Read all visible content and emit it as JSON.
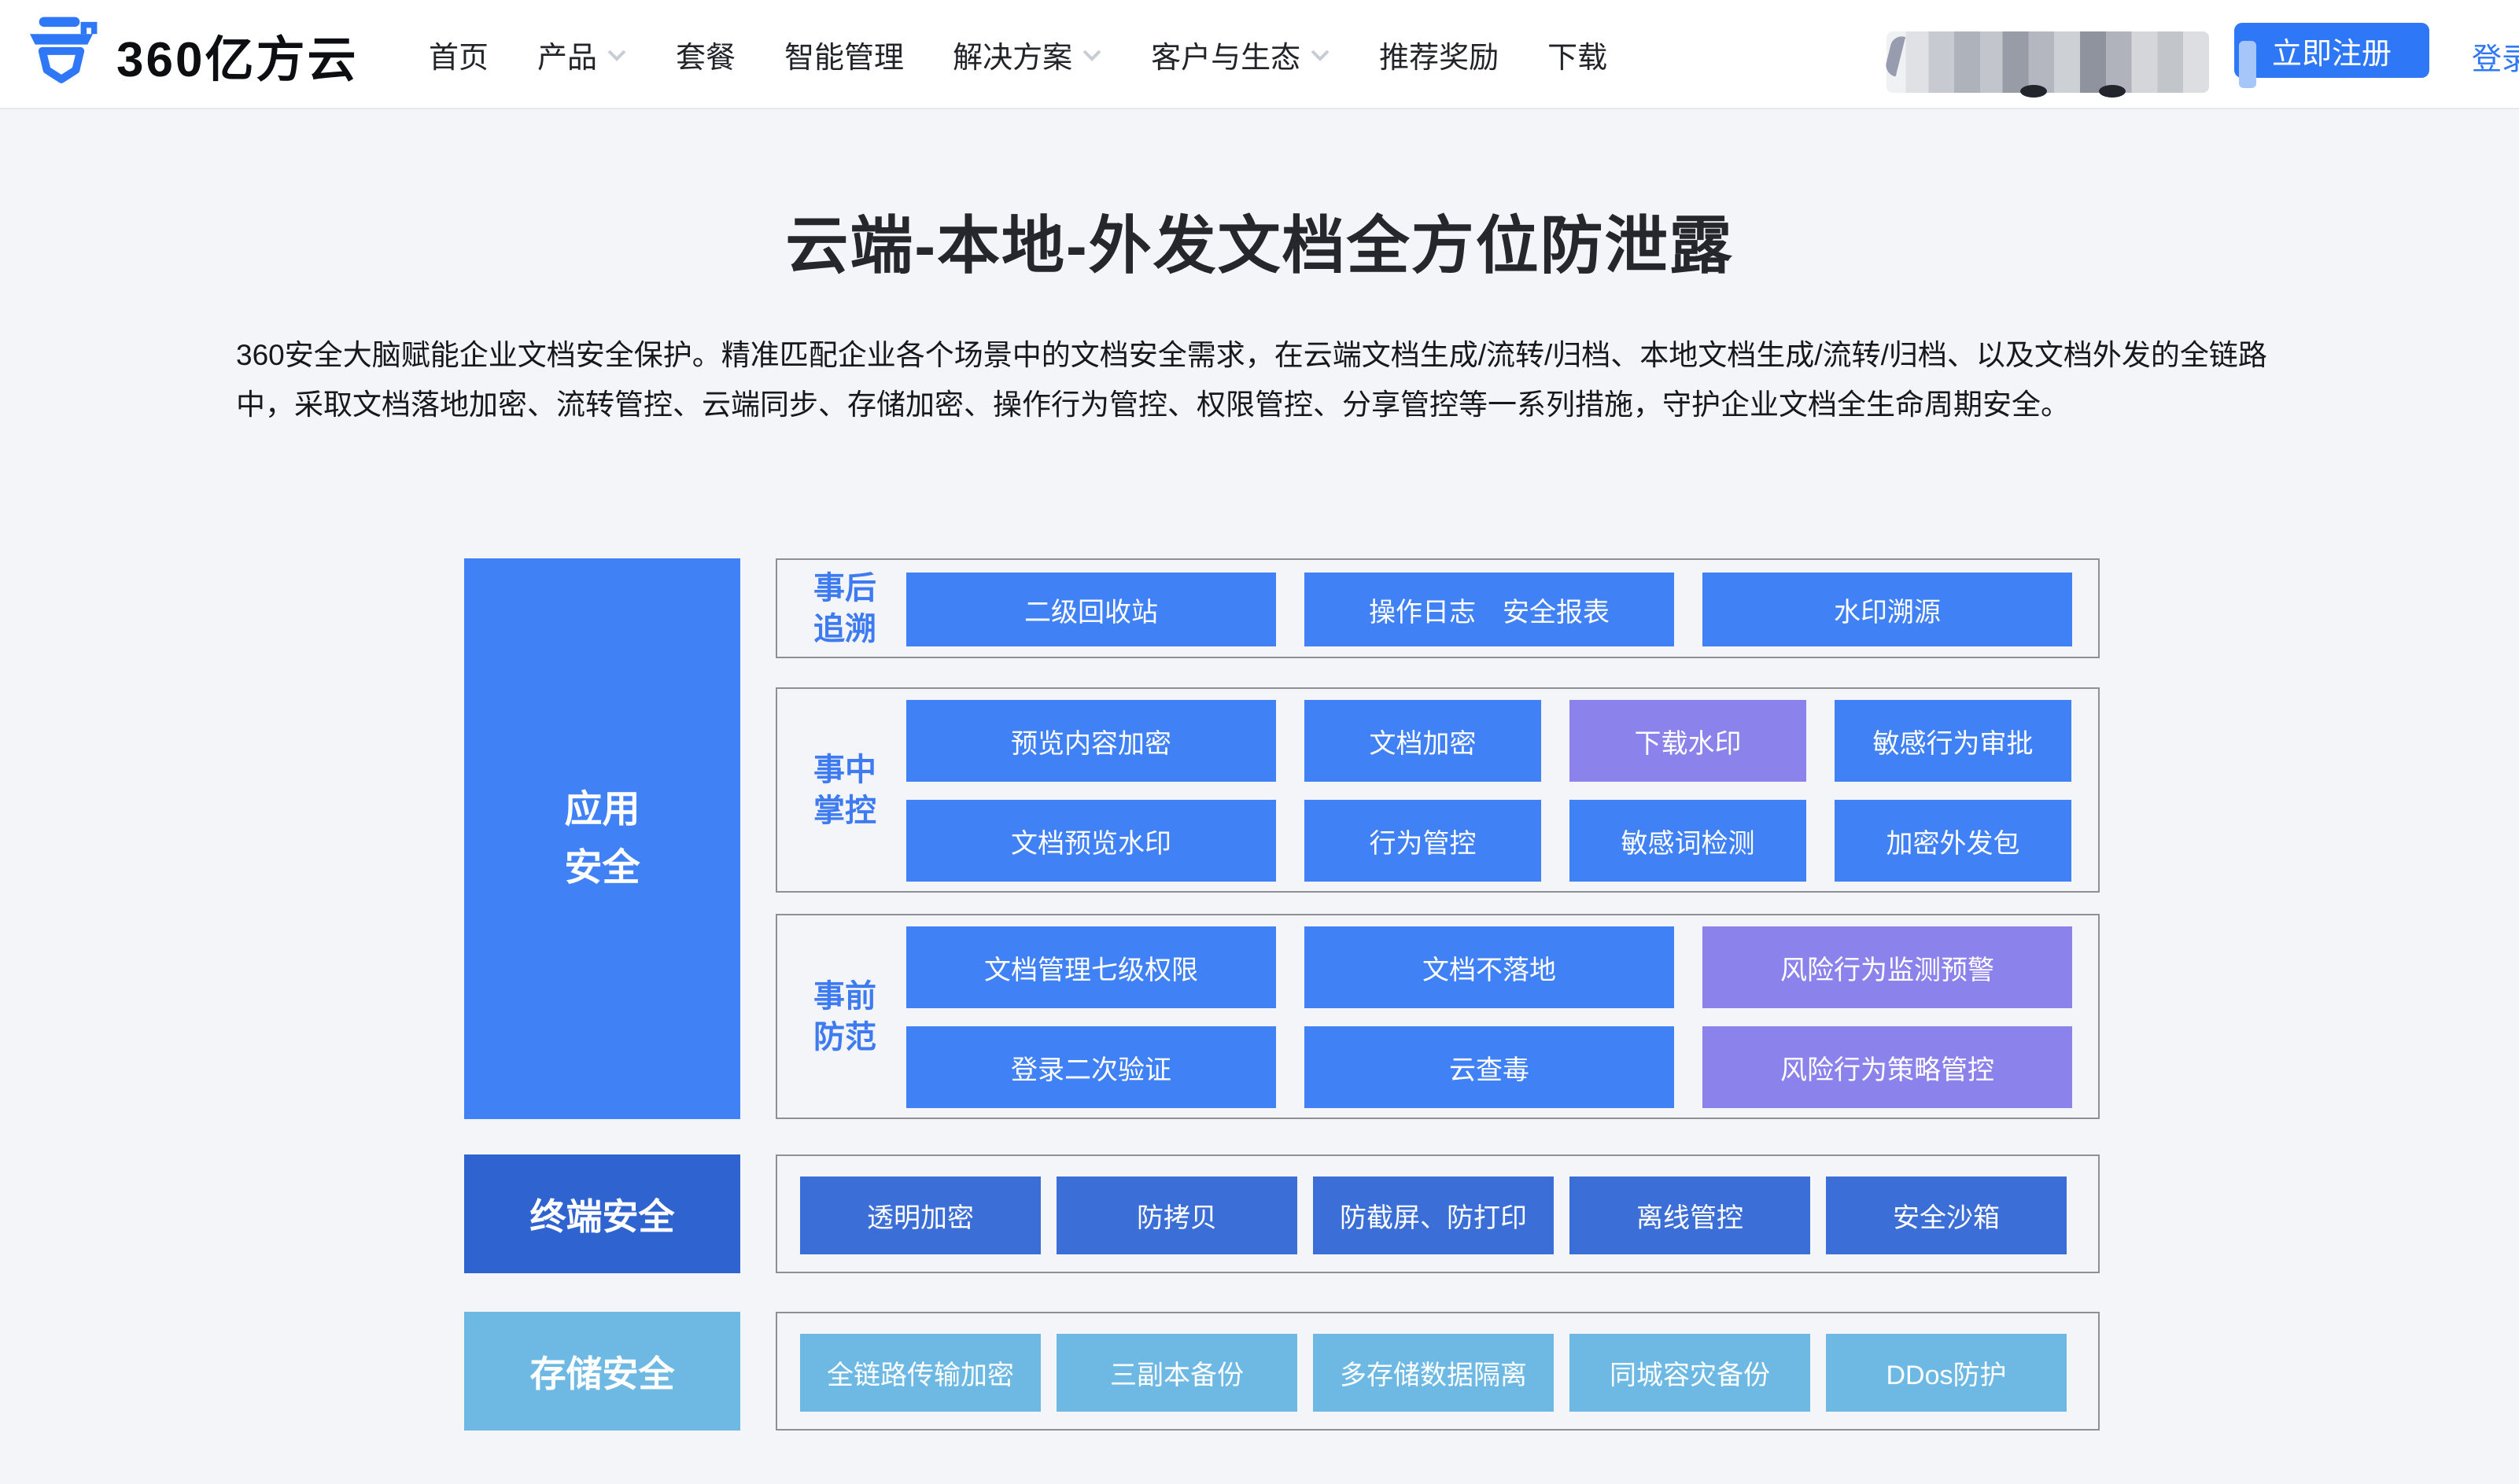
{
  "colors": {
    "accent_blue": "#2e77f6",
    "tile_blue": "#4181f6",
    "tile_purple": "#8c82ec",
    "terminal_blue": "#2f63d0",
    "terminal_tile_blue": "#3b6ed6",
    "storage_blue": "#6db9e4",
    "section_label_blue": "#3e7bf0",
    "page_background": "#f4f5f8"
  },
  "nav": {
    "logo_text": "360亿方云",
    "items": [
      {
        "label": "首页"
      },
      {
        "label": "产品"
      },
      {
        "label": "套餐"
      },
      {
        "label": "智能管理"
      },
      {
        "label": "解决方案"
      },
      {
        "label": "客户与生态"
      },
      {
        "label": "推荐奖励"
      },
      {
        "label": "下载"
      }
    ],
    "register_label": "立即注册",
    "login_label": "登录"
  },
  "hero": {
    "title": "云端-本地-外发文档全方位防泄露",
    "description": "360安全大脑赋能企业文档安全保护。精准匹配企业各个场景中的文档安全需求，在云端文档生成/流转/归档、本地文档生成/流转/归档、以及文档外发的全链路中，采取文档落地加密、流转管控、云端同步、存储加密、操作行为管控、权限管控、分享管控等一系列措施，守护企业文档全生命周期安全。"
  },
  "matrix": {
    "app_label_line1": "应用",
    "app_label_line2": "安全",
    "terminal_label": "终端安全",
    "storage_label": "存储安全",
    "sections": [
      {
        "label_line1": "事后",
        "label_line2": "追溯",
        "rows": [
          [
            {
              "label": "二级回收站"
            },
            {
              "label": "操作日志　安全报表"
            },
            {
              "label": "水印溯源"
            }
          ]
        ]
      },
      {
        "label_line1": "事中",
        "label_line2": "掌控",
        "rows": [
          [
            {
              "label": "预览内容加密"
            },
            {
              "label": "文档加密"
            },
            {
              "label": "下载水印"
            },
            {
              "label": "敏感行为审批"
            }
          ],
          [
            {
              "label": "文档预览水印"
            },
            {
              "label": "行为管控"
            },
            {
              "label": "敏感词检测"
            },
            {
              "label": "加密外发包"
            }
          ]
        ]
      },
      {
        "label_line1": "事前",
        "label_line2": "防范",
        "rows": [
          [
            {
              "label": "文档管理七级权限"
            },
            {
              "label": "文档不落地"
            },
            {
              "label": "风险行为监测预警"
            }
          ],
          [
            {
              "label": "登录二次验证"
            },
            {
              "label": "云查毒"
            },
            {
              "label": "风险行为策略管控"
            }
          ]
        ]
      }
    ],
    "terminal_buttons": [
      "透明加密",
      "防拷贝",
      "防截屏、防打印",
      "离线管控",
      "安全沙箱"
    ],
    "storage_buttons": [
      "全链路传输加密",
      "三副本备份",
      "多存储数据隔离",
      "同城容灾备份",
      "DDos防护"
    ]
  }
}
